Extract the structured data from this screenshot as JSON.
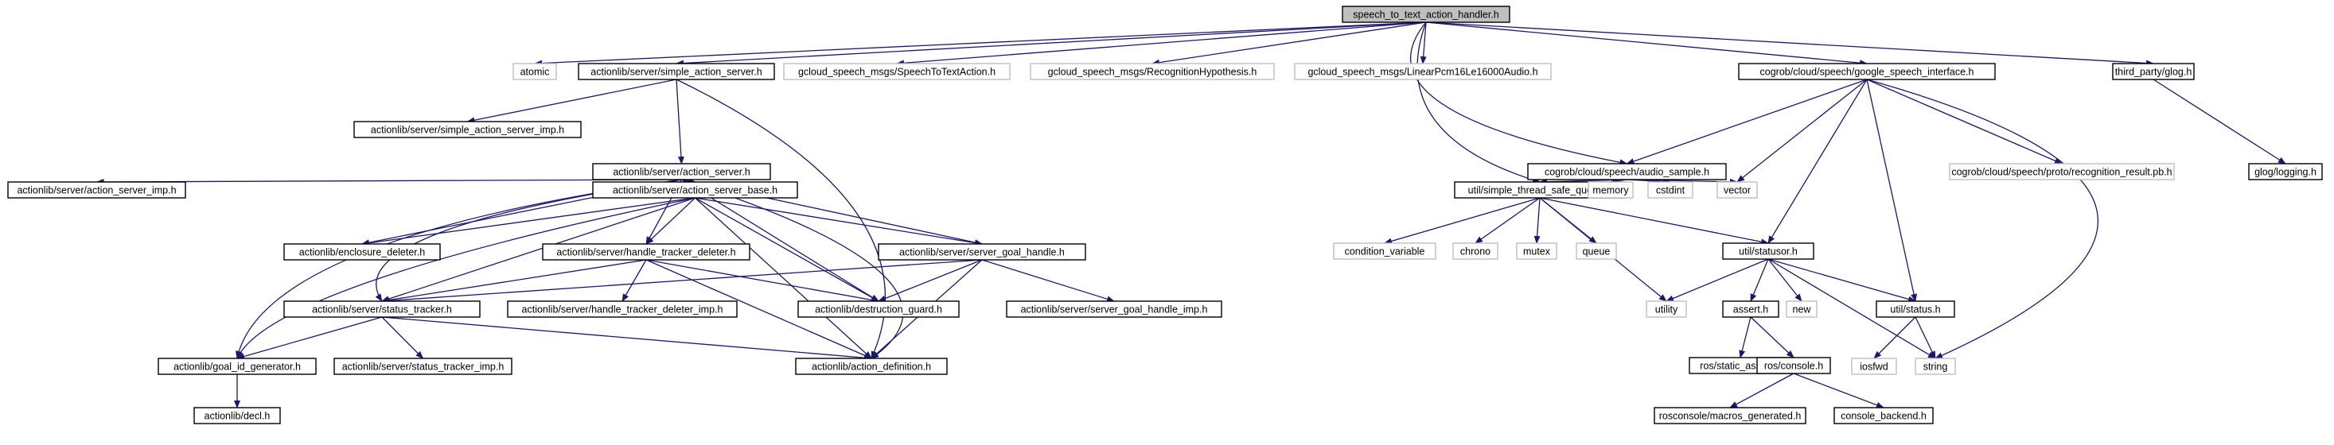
{
  "colors": {
    "root_fill": "#bfbfbf",
    "box_border": "#000000",
    "box_fill": "#ffffff",
    "external_border": "#bfbfbf",
    "edge": "#191970",
    "text": "#000000"
  },
  "nodes": {
    "root": "speech_to_text_action_handler.h",
    "atomic": "atomic",
    "sas": "actionlib/server/simple_action_server.h",
    "stta": "gcloud_speech_msgs/SpeechToTextAction.h",
    "rh": "gcloud_speech_msgs/RecognitionHypothesis.h",
    "lpcm": "gcloud_speech_msgs/LinearPcm16Le16000Audio.h",
    "gsi": "cogrob/cloud/speech/google_speech_interface.h",
    "glogtp": "third_party/glog.h",
    "sasimp": "actionlib/server/simple_action_server_imp.h",
    "as": "actionlib/server/action_server.h",
    "asimp": "actionlib/server/action_server_imp.h",
    "asb": "actionlib/server/action_server_base.h",
    "ed": "actionlib/enclosure_deleter.h",
    "htd": "actionlib/server/handle_tracker_deleter.h",
    "sgh": "actionlib/server/server_goal_handle.h",
    "st": "actionlib/server/status_tracker.h",
    "htdimp": "actionlib/server/handle_tracker_deleter_imp.h",
    "dg": "actionlib/destruction_guard.h",
    "sghimp": "actionlib/server/server_goal_handle_imp.h",
    "gig": "actionlib/goal_id_generator.h",
    "stimp": "actionlib/server/status_tracker_imp.h",
    "ad": "actionlib/action_definition.h",
    "decl": "actionlib/decl.h",
    "aus": "cogrob/cloud/speech/audio_sample.h",
    "rr": "cogrob/cloud/speech/proto/recognition_result.pb.h",
    "glogl": "glog/logging.h",
    "stsq": "util/simple_thread_safe_queue.h",
    "memory": "memory",
    "cstdint": "cstdint",
    "vector": "vector",
    "cv": "condition_variable",
    "chrono": "chrono",
    "mutex": "mutex",
    "queue": "queue",
    "statusor": "util/statusor.h",
    "utility": "utility",
    "asserth": "assert.h",
    "new": "new",
    "status": "util/status.h",
    "iosfwd": "iosfwd",
    "string": "string",
    "rsa": "ros/static_assert.h",
    "rc": "ros/console.h",
    "mg": "rosconsole/macros_generated.h",
    "cb": "console_backend.h"
  }
}
